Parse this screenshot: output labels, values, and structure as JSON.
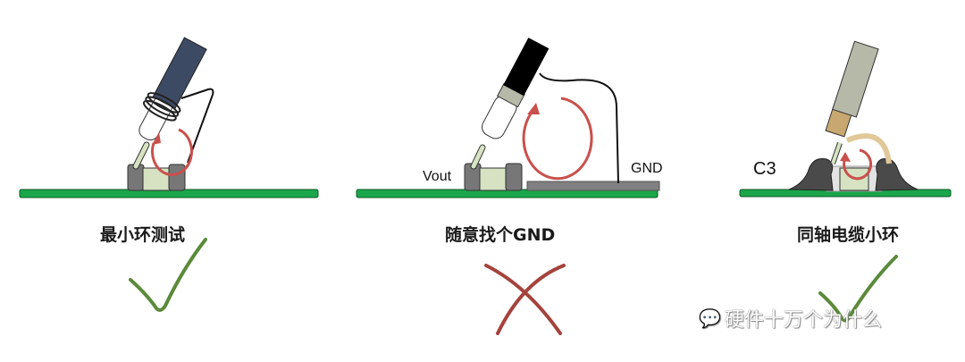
{
  "panels": [
    {
      "id": "minimal-loop",
      "title": "最小环测试",
      "verdict": "correct",
      "verdict_icon": "check-icon"
    },
    {
      "id": "random-gnd",
      "title": "随意找个GND",
      "verdict": "wrong",
      "verdict_icon": "cross-icon",
      "labels": {
        "signal": "Vout",
        "ground": "GND"
      }
    },
    {
      "id": "coax-loop",
      "title": "同轴电缆小环",
      "verdict": "correct",
      "verdict_icon": "check-icon",
      "labels": {
        "component": "C3"
      }
    }
  ],
  "colors": {
    "pcb": "#1aa64a",
    "check": "#5a8a3a",
    "cross": "#a5423c",
    "loop_arrow": "#c9504c",
    "probe_dark": "#3d4a63",
    "coax": "#b6b8a8"
  },
  "watermark": {
    "icon": "wechat-icon",
    "text": "硬件十万个为什么"
  }
}
